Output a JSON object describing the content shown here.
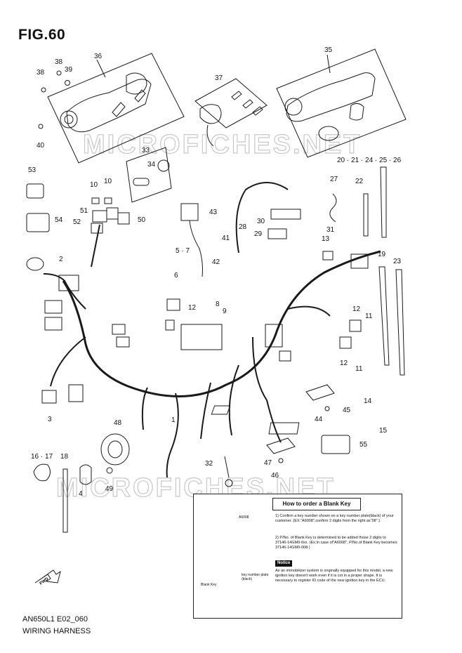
{
  "figure": {
    "title": "FIG.60",
    "code": "AN650L1 E02_060",
    "name": "WIRING HARNESS",
    "watermark": "MICROFICHES.NET"
  },
  "callouts": {
    "c1": "1",
    "c2": "2",
    "c3": "3",
    "c4": "4",
    "c5_7": "5 · 7",
    "c6": "6",
    "c8": "8",
    "c9": "9",
    "c10a": "10",
    "c10b": "10",
    "c11a": "11",
    "c11b": "11",
    "c12a": "12",
    "c12b": "12",
    "c12c": "12",
    "c13": "13",
    "c14": "14",
    "c15": "15",
    "c16_17": "16 · 17",
    "c18": "18",
    "c19": "19",
    "c20_26": "20 · 21 · 24 · 25 · 26",
    "c22": "22",
    "c23": "23",
    "c27": "27",
    "c28": "28",
    "c29": "29",
    "c30": "30",
    "c31": "31",
    "c32": "32",
    "c33": "33",
    "c34": "34",
    "c35": "35",
    "c36": "36",
    "c37": "37",
    "c38a": "38",
    "c38b": "38",
    "c39": "39",
    "c40": "40",
    "c41": "41",
    "c42": "42",
    "c43": "43",
    "c44": "44",
    "c45": "45",
    "c46": "46",
    "c47": "47",
    "c48": "48",
    "c49": "49",
    "c50": "50",
    "c51": "51",
    "c52": "52",
    "c53": "53",
    "c54": "54",
    "c55": "55"
  },
  "blank_key_note": {
    "heading": "How to order a Blank Key",
    "step1": "1) Confirm a key number shown on a key number plate(black) of your customer. (EX.\"A6008\",confirm 2 digits from the right as\"08\".)",
    "step2": "2) P/No. of Blank Key is determined to be added those 2 digits to 37146-14GM0-0xx. (Ex.In case of\"A6008\", P/No.of Blank Key becomes 37146-14GM0-008.)",
    "notice_label": "Notice",
    "notice_text": "As an immobilizer system is originally equipped for this model, a new ignition key doesn't work even if it is cut in a proper shape. It is necessary to register ID code of the new ignition key in the ECU.",
    "plate_code": "A6008",
    "key_plate_label": "key number plate (black)",
    "blank_key_label": "Blank Key"
  },
  "colors": {
    "line": "#1a1a1a",
    "watermark": "#c8c8c8"
  }
}
